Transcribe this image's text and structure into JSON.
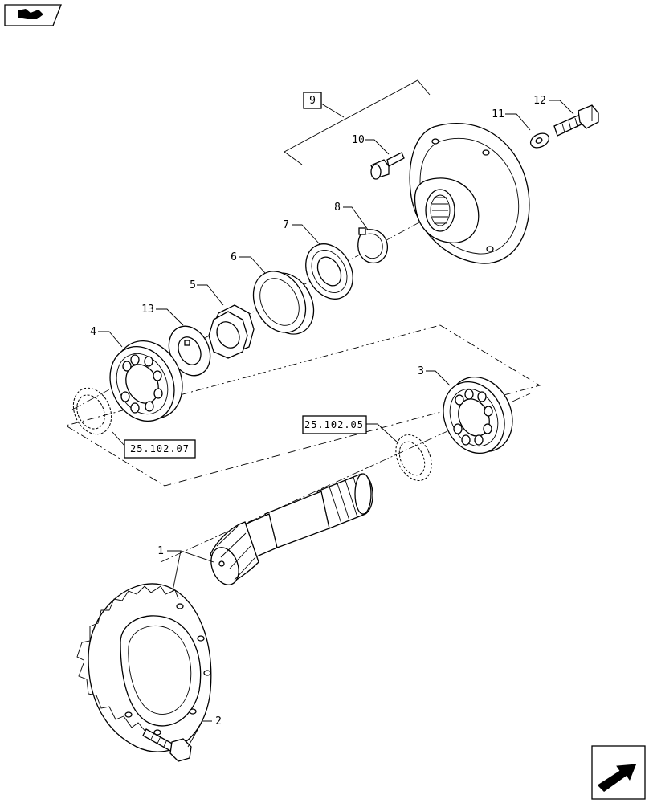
{
  "callouts": {
    "c1": "1",
    "c2": "2",
    "c3": "3",
    "c4": "4",
    "c5": "5",
    "c6": "6",
    "c7": "7",
    "c8": "8",
    "c9": "9",
    "c10": "10",
    "c11": "11",
    "c12": "12",
    "c13": "13"
  },
  "references": {
    "ref_a": "25.102.05",
    "ref_b": "25.102.07"
  },
  "icons": {
    "top_left": "book-icon",
    "bottom_right": "next-page-arrow-icon"
  }
}
